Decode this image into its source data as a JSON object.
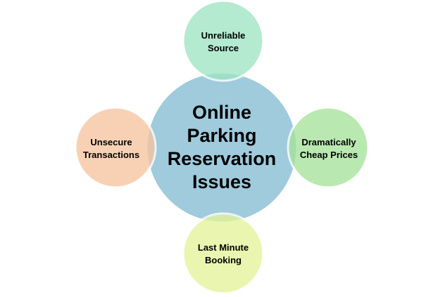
{
  "diagram": {
    "center": {
      "lines": [
        "Online",
        "Parking",
        "Reservation",
        "Issues"
      ],
      "color": "#9fcbdc"
    },
    "nodes": [
      {
        "key": "top",
        "lines": [
          "Unreliable",
          "Source"
        ],
        "color": "#a0e5c4"
      },
      {
        "key": "right",
        "lines": [
          "Dramatically",
          "Cheap Prices"
        ],
        "color": "#a6e39a"
      },
      {
        "key": "bottom",
        "lines": [
          "Last Minute",
          "Booking"
        ],
        "color": "#e5f39a"
      },
      {
        "key": "left",
        "lines": [
          "Unsecure",
          "Transactions"
        ],
        "color": "#f7c5a0"
      }
    ]
  }
}
